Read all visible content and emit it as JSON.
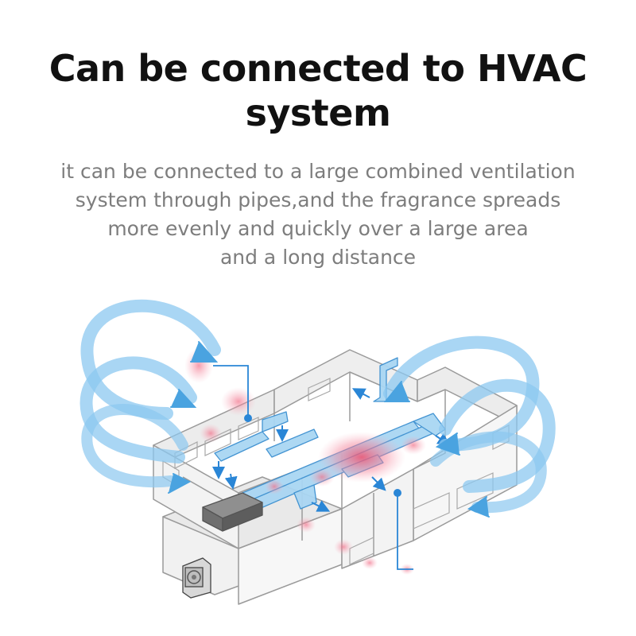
{
  "title": {
    "line1": "Can be connected to HVAC",
    "line2": "system"
  },
  "description": {
    "line1": "it can be connected to a large combined ventilation",
    "line2": "system through pipes,and the fragrance spreads",
    "line3": "more evenly and quickly over a large area",
    "line4": "and a long distance"
  },
  "colors": {
    "title": "#111111",
    "description": "#7d7d7d",
    "duct": "#7ec3ee",
    "airflow": "#5aaee6",
    "fragrance": "#f27089",
    "wall": "#c9c9c9"
  },
  "icons": [
    "airflow-arrow-icon",
    "fragrance-cloud-icon",
    "diffuser-machine-icon",
    "outdoor-unit-icon"
  ]
}
